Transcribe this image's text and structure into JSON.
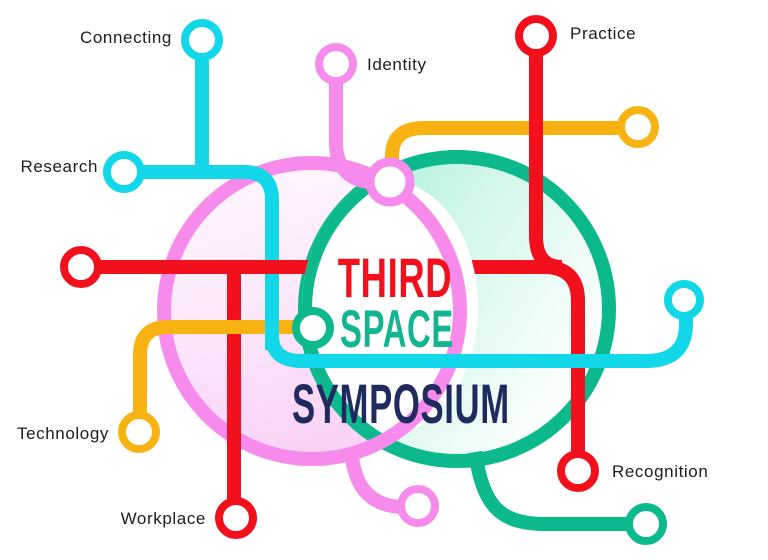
{
  "poster": {
    "title": {
      "line1": "THIRD",
      "line2": "SPACE",
      "line3": "SYMPOSIUM"
    },
    "title_colors": {
      "line1": "#f2101c",
      "line2": "#12b491",
      "line3": "#1f2b5e"
    }
  },
  "stations": {
    "connecting": {
      "label": "Connecting",
      "line_color": "#12d7e8"
    },
    "research": {
      "label": "Research",
      "line_color": "#12d7e8"
    },
    "identity": {
      "label": "Identity",
      "line_color": "#f78bec"
    },
    "practice": {
      "label": "Practice",
      "line_color": "#f2101c"
    },
    "technology": {
      "label": "Technology",
      "line_color": "#f8b312"
    },
    "workplace": {
      "label": "Workplace",
      "line_color": "#f2101c"
    },
    "recognition": {
      "label": "Recognition",
      "line_color": "#f2101c"
    }
  },
  "palette": {
    "red": "#f2101c",
    "cyan": "#12d7e8",
    "yellow": "#f8b312",
    "pink": "#f78bec",
    "teal": "#0cb98d",
    "navy": "#1f2b5e",
    "label_text": "#1d1d1d",
    "pink_circle_fill_start": "#fff7ff",
    "pink_circle_fill_end": "#f9d3f6",
    "teal_circle_fill_start": "#a4efd8",
    "teal_circle_fill_end": "#ffffff",
    "background": "#ffffff"
  }
}
